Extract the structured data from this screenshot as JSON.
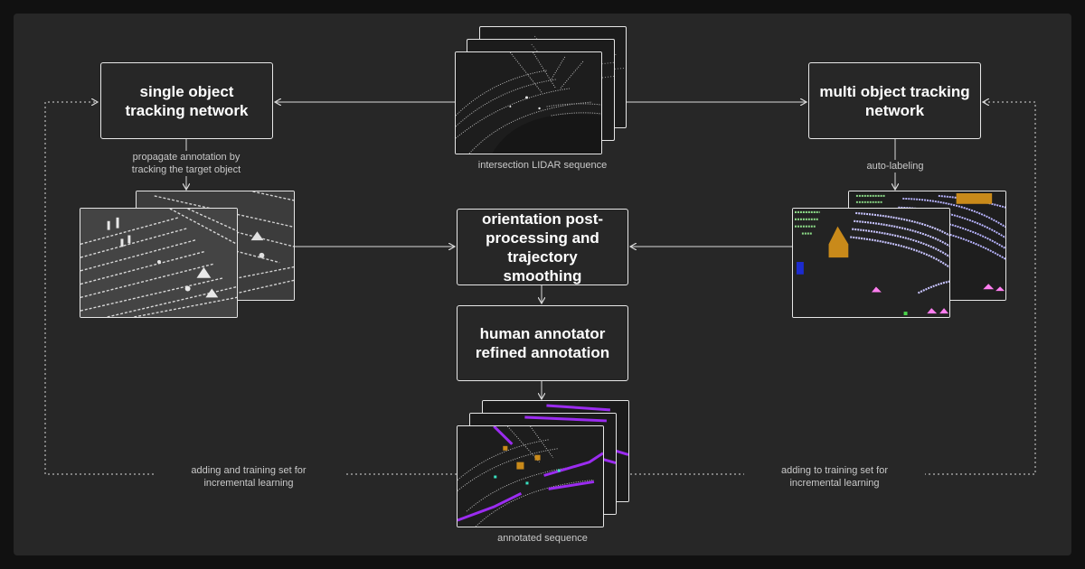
{
  "boxes": {
    "single": "single object tracking network",
    "multi": "multi object tracking network",
    "orientation": "orientation post-processing and trajectory smoothing",
    "human": "human annotator refined annotation"
  },
  "captions": {
    "lidar_seq": "intersection LIDAR sequence",
    "propagate_1": "propagate annotation by",
    "propagate_2": "tracking the target object",
    "auto": "auto-labeling",
    "annotated": "annotated sequence",
    "left_loop_1": "adding and training set for",
    "left_loop_2": "incremental learning",
    "right_loop_1": "adding to training set for",
    "right_loop_2": "incremental learning"
  },
  "colors": {
    "background": "#272727",
    "line": "#d8d8d8",
    "annotation_purple": "#9b2cf0",
    "annotation_pink": "#ff7ef0",
    "ring_lavender": "#b8b4ff",
    "ring_green": "#8fe08a",
    "object_orange": "#c98a1a"
  }
}
